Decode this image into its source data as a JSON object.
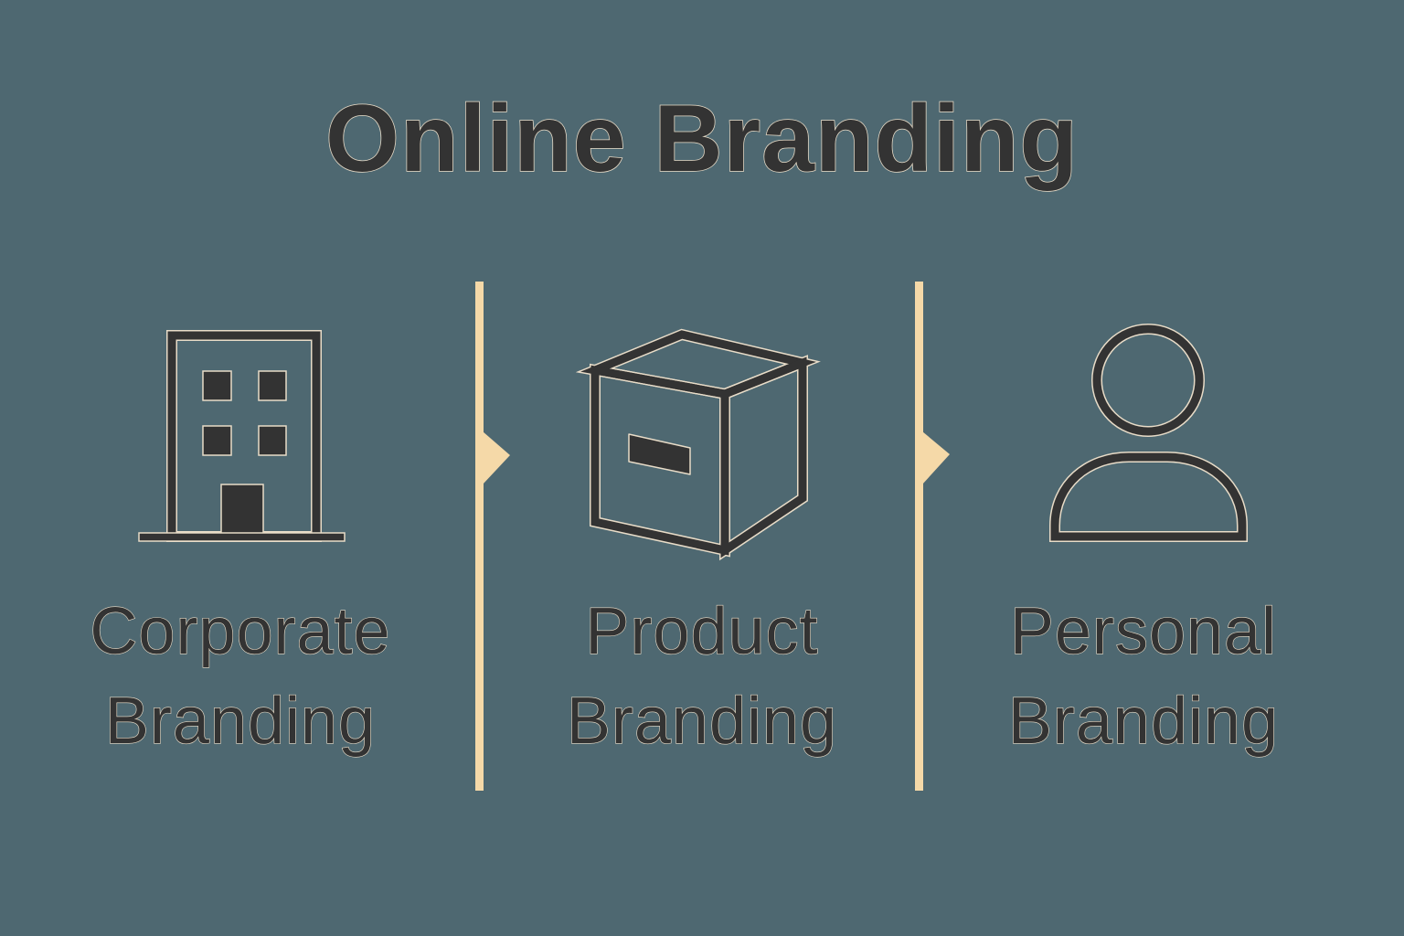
{
  "title": "Online Branding",
  "colors": {
    "background": "#4e6871",
    "text": "#333333",
    "accent": "#f5d9a8",
    "outline": "#e8dcc8"
  },
  "columns": [
    {
      "icon": "building-icon",
      "line1": "Corporate",
      "line2": "Branding"
    },
    {
      "icon": "box-icon",
      "line1": "Product",
      "line2": "Branding"
    },
    {
      "icon": "person-icon",
      "line1": "Personal",
      "line2": "Branding"
    }
  ],
  "dividers": [
    {
      "icon": "arrow-right-icon"
    },
    {
      "icon": "arrow-right-icon"
    }
  ]
}
